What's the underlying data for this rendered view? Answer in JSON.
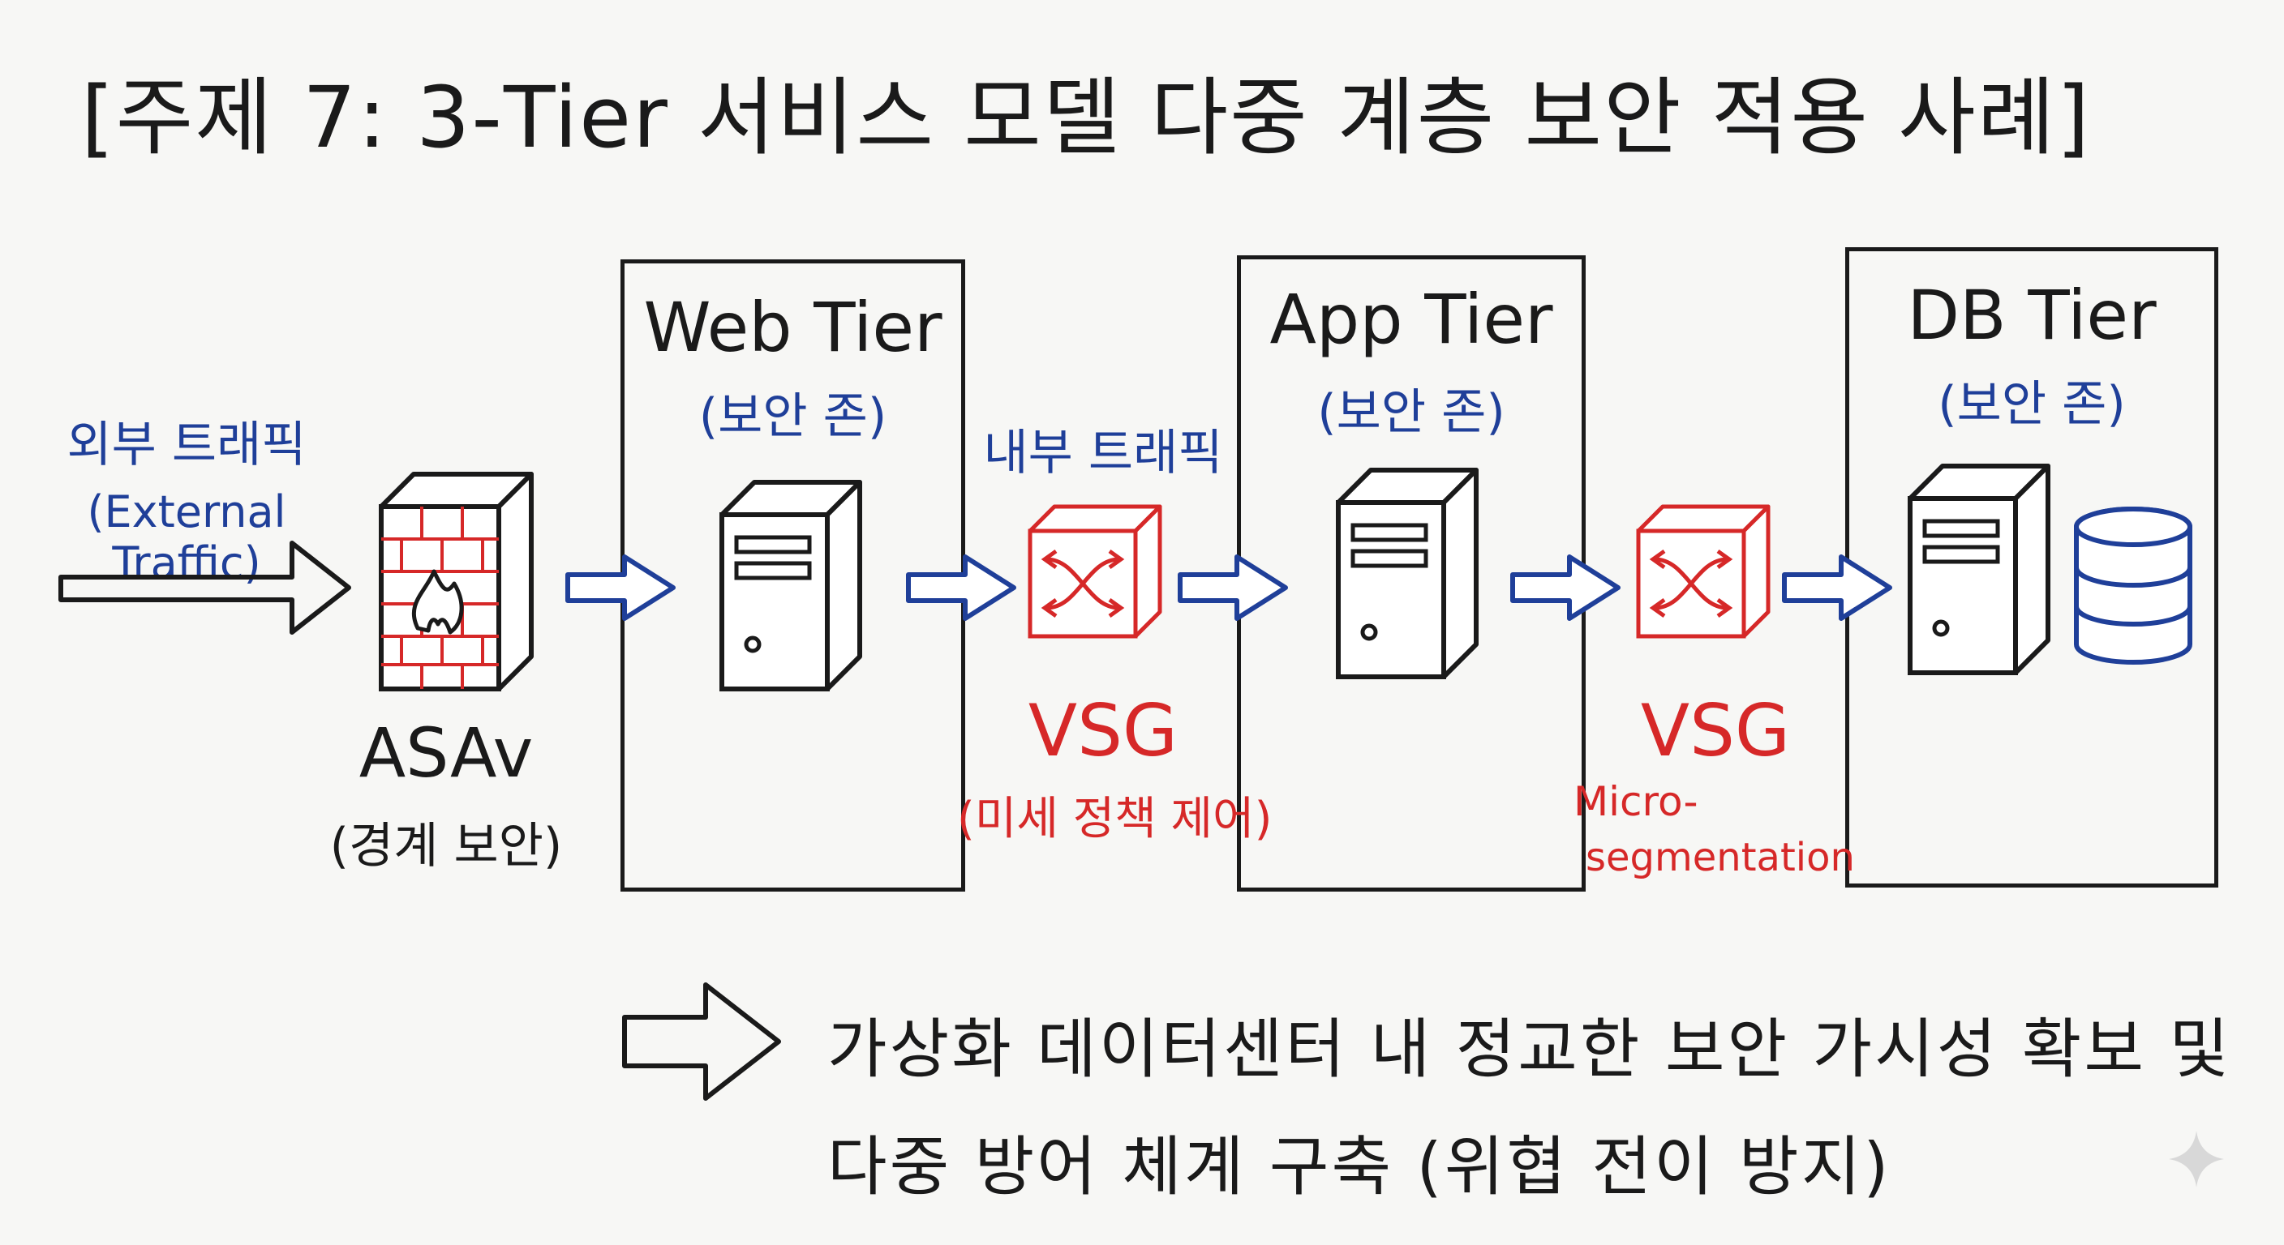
{
  "title": "[주제 7: 3-Tier 서비스 모델 다중 계층 보안 적용 사례]",
  "external": {
    "label_ko": "외부 트래픽",
    "label_en": "(External Traffic)"
  },
  "asav": {
    "name": "ASAv",
    "desc": "(경계 보안)"
  },
  "internal_label": "내부 트래픽",
  "tiers": [
    {
      "title": "Web Tier",
      "zone": "(보안 존)"
    },
    {
      "title": "App Tier",
      "zone": "(보안 존)"
    },
    {
      "title": "DB Tier",
      "zone": "(보안 존)"
    }
  ],
  "vsg1": {
    "name": "VSG",
    "desc": "(미세 정책 제어)"
  },
  "vsg2": {
    "name": "VSG",
    "desc_line1": "Micro-",
    "desc_line2": "segmentation"
  },
  "conclusion": {
    "line1": "가상화 데이터센터 내 정교한 보안 가시성 확보 및",
    "line2": "다중 방어 체계 구축 (위협 전이 방지)"
  },
  "colors": {
    "blue": "#1f3f99",
    "red": "#d62828",
    "ink": "#1a1a1a"
  }
}
